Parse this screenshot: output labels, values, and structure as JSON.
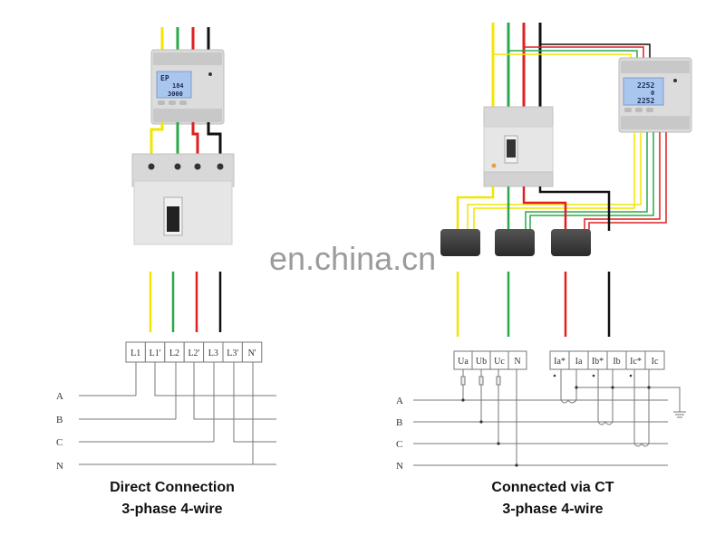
{
  "wire_colors": {
    "L1": "#f2e600",
    "L2": "#2aa84a",
    "L3": "#e02020",
    "N": "#111111"
  },
  "watermark": "en.china.cn",
  "left_diagram": {
    "meter_display": [
      "EP",
      "184",
      "3000"
    ],
    "terminals": [
      "L1",
      "L1'",
      "L2",
      "L2'",
      "L3",
      "L3'",
      "N'"
    ],
    "phases": [
      "A",
      "B",
      "C",
      "N"
    ],
    "caption_line1": "Direct Connection",
    "caption_line2": "3-phase 4-wire"
  },
  "right_diagram": {
    "meter_display": [
      "2252",
      "0",
      "2252"
    ],
    "voltage_terminals": [
      "Ua",
      "Ub",
      "Uc",
      "N"
    ],
    "current_terminals": [
      "Ia*",
      "Ia",
      "Ib*",
      "Ib",
      "Ic*",
      "Ic"
    ],
    "phases": [
      "A",
      "B",
      "C",
      "N"
    ],
    "caption_line1": "Connected via CT",
    "caption_line2": "3-phase 4-wire"
  }
}
